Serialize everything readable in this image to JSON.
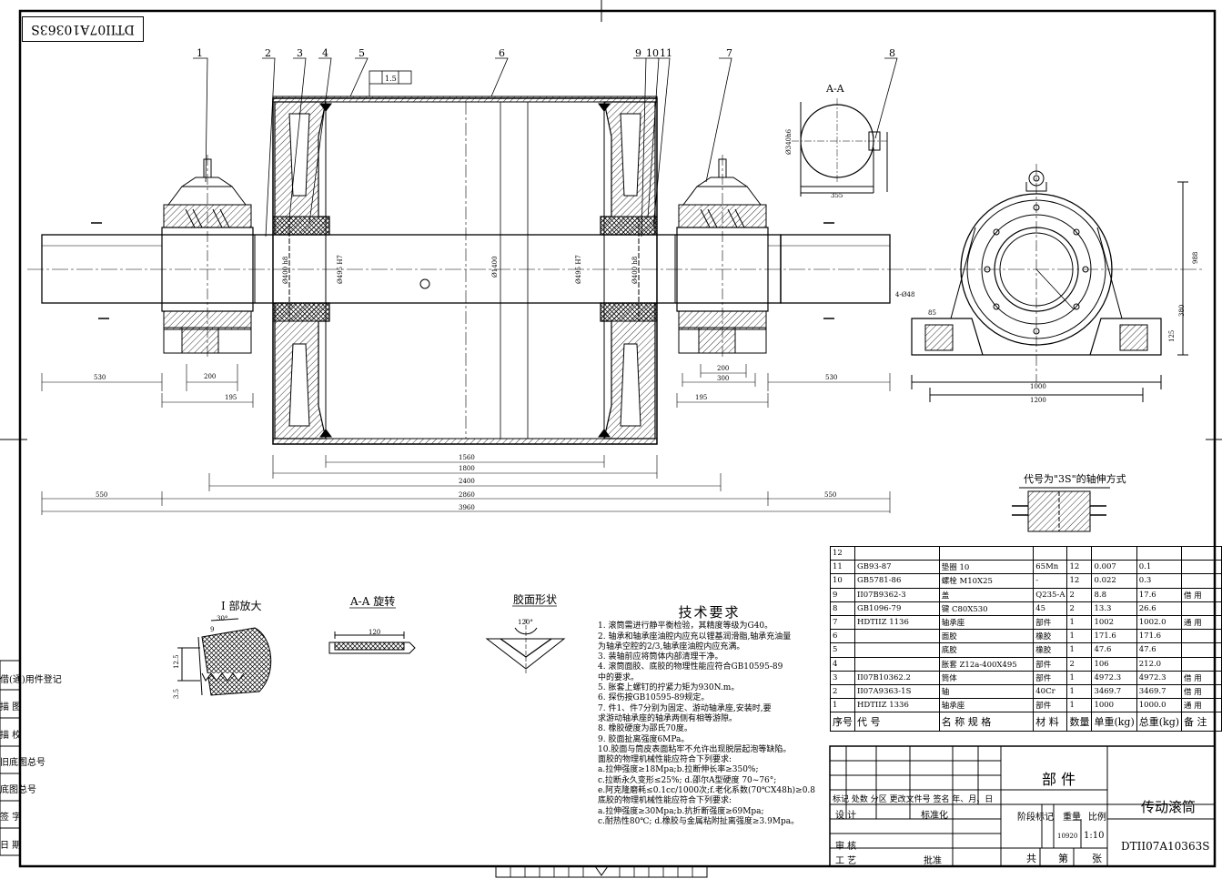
{
  "drawing_number": "DTII07A10363S",
  "drawing_number_mirrored": "DTII07A10363S",
  "title_block": {
    "part_name": "传动滚筒",
    "component": "部 件",
    "standardization": "标准化",
    "stage_mark": "阶段标记",
    "weight_label": "重量",
    "scale_label": "比例",
    "weight_value": "10920",
    "scale_value": "1:10",
    "revision_row": "标记 处数  分区  更改文件号  签名  年、月、日",
    "design": "设  计",
    "review": "审  核",
    "process": "工  艺",
    "approve": "批准",
    "total_label": "共",
    "sheet_label": "张",
    "page_label": "第"
  },
  "bom": {
    "headers": [
      "序号",
      "代    号",
      "名  称  规  格",
      "材 料",
      "数量",
      "单重(kg)",
      "总重(kg)",
      "备  注"
    ],
    "rows": [
      [
        "12",
        "",
        "",
        "",
        "",
        "",
        "",
        ""
      ],
      [
        "11",
        "GB93-87",
        "垫圈 10",
        "65Mn",
        "12",
        "0.007",
        "0.1",
        ""
      ],
      [
        "10",
        "GB5781-86",
        "螺栓 M10X25",
        "-",
        "12",
        "0.022",
        "0.3",
        ""
      ],
      [
        "9",
        "II07B9362-3",
        "盖",
        "Q235-A",
        "2",
        "8.8",
        "17.6",
        "借 用"
      ],
      [
        "8",
        "GB1096-79",
        "键 C80X530",
        "45",
        "2",
        "13.3",
        "26.6",
        ""
      ],
      [
        "7",
        "HDTIIZ 1136",
        "轴承座",
        "部件",
        "1",
        "1002",
        "1002.0",
        "通 用"
      ],
      [
        "6",
        "",
        "面胶",
        "橡胶",
        "1",
        "171.6",
        "171.6",
        ""
      ],
      [
        "5",
        "",
        "底胶",
        "橡胶",
        "1",
        "47.6",
        "47.6",
        ""
      ],
      [
        "4",
        "",
        "胀套 Z12a-400X495",
        "部件",
        "2",
        "106",
        "212.0",
        ""
      ],
      [
        "3",
        "II07B10362.2",
        "筒体",
        "部件",
        "1",
        "4972.3",
        "4972.3",
        "借 用"
      ],
      [
        "2",
        "II07A9363-1S",
        "轴",
        "40Cr",
        "1",
        "3469.7",
        "3469.7",
        "借 用"
      ],
      [
        "1",
        "HDTIIZ 1336",
        "轴承座",
        "部件",
        "1",
        "1000",
        "1000.0",
        "通 用"
      ]
    ]
  },
  "tech_requirements": {
    "title": "技术要求",
    "lines": [
      "1. 滚筒需进行静平衡检验，其精度等级为G40。",
      "2. 轴承和轴承座油腔内应充以锂基润滑脂,轴承充油量",
      "   为轴承空腔的2/3,轴承座油腔内应充满。",
      "3. 装轴前应将筒体内部清理干净。",
      "4. 滚筒面胶、底胶的物理性能应符合GB10595-89",
      "   中的要求。",
      "5. 胀套上螺钉的拧紧力矩为930N.m。",
      "6. 探伤按GB10595-89规定。",
      "7. 件1、件7分别为固定、游动轴承座,安装时,要",
      "   求游动轴承座的轴承两侧有相等游隙。",
      "8. 橡胶硬度为邵氏70度。",
      "9. 胶面扯离强度6MPa。",
      "10.胶面与筒皮表面粘牢不允许出现脱层起泡等缺陷。",
      "   面胶的物理机械性能应符合下列要求:",
      "a.拉伸强度≥18Mpa;b.拉断伸长率≥350%;",
      "c.拉断永久变形≤25%; d.邵尔A型硬度 70~76°;",
      "e.阿克隆磨耗≤0.1cc/1000次;f.老化系数(70℃X48h)≥0.8",
      "   底胶的物理机械性能应符合下列要求:",
      "a.拉伸强度≥30Mpa;b.抗折断强度≥69Mpa;",
      "c.耐热性80℃; d.橡胶与金属粘附扯离强度≥3.9Mpa。"
    ]
  },
  "view_labels": {
    "detail_I": "I 部放大",
    "section_AA_rot": "A-A 旋转",
    "rubber_shape": "胶面形状",
    "section_AA": "A-A",
    "shaft_extension": "代号为\"3S\"的轴伸方式"
  },
  "balloons": [
    "1",
    "2",
    "3",
    "4",
    "5",
    "6",
    "9",
    "10",
    "11",
    "7",
    "8"
  ],
  "dimensions": {
    "d530_left": "530",
    "d200_left": "200",
    "d195_left": "195",
    "d200_right": "200",
    "d300_right": "300",
    "d195_right": "195",
    "d530_right": "530",
    "d1560": "1560",
    "d1800": "1800",
    "d2400": "2400",
    "d550_left": "550",
    "d2860": "2860",
    "d550_right": "550",
    "d3960": "3960",
    "d1000": "1000",
    "d1200": "1200",
    "d355": "355",
    "d988": "988",
    "d380": "380",
    "d85": "85",
    "d125": "125",
    "tol": "1.5",
    "d120": "120",
    "ang30": "30°",
    "ang120": "120°",
    "d9": "9",
    "d12_5": "12.5",
    "d3_5": "3.5",
    "dia1400": "Ø1400",
    "dia495": "Ø495 H7",
    "dia400": "Ø400 h8",
    "dia340": "Ø340h6",
    "bolt_note": "4-Ø48"
  },
  "side_labels": [
    "借(通)用件登记",
    "描  图",
    "描  校",
    "旧底图总号",
    "底图总号",
    "签  字",
    "日  期"
  ]
}
